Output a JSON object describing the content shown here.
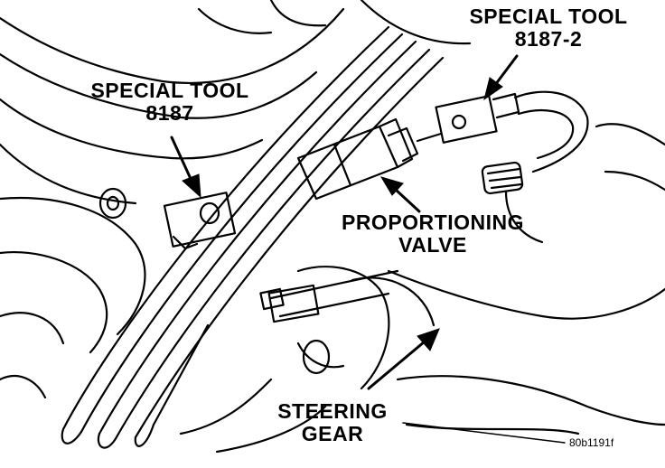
{
  "labels": {
    "tool_8187_2": {
      "line1": "SPECIAL TOOL",
      "line2": "8187-2"
    },
    "tool_8187": {
      "line1": "SPECIAL TOOL",
      "line2": "8187"
    },
    "proportioning_valve": {
      "line1": "PROPORTIONING",
      "line2": "VALVE"
    },
    "steering_gear": {
      "line1": "STEERING",
      "line2": "GEAR"
    }
  },
  "figure_ref": "80b1191f"
}
